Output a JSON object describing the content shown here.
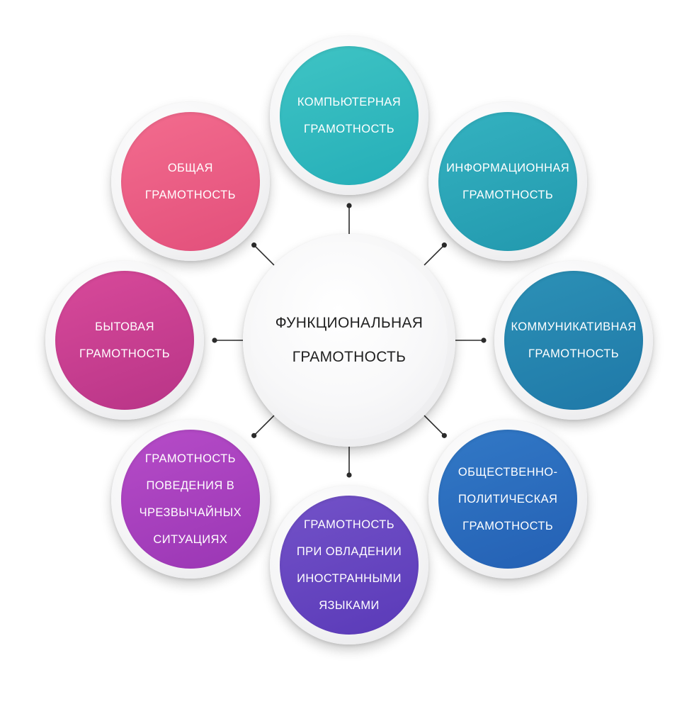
{
  "center": {
    "lines": [
      "ФУНКЦИОНАЛЬНАЯ",
      "ГРАМОТНОСТЬ"
    ]
  },
  "nodes": [
    {
      "id": "computer",
      "lines": [
        "КОМПЬЮТЕРНАЯ",
        "ГРАМОТНОСТЬ"
      ],
      "color_from": "#3fc4c4",
      "color_to": "#25aeb8"
    },
    {
      "id": "information",
      "lines": [
        "ИНФОРМАЦИОННАЯ",
        "ГРАМОТНОСТЬ"
      ],
      "color_from": "#34b2c0",
      "color_to": "#2298ae"
    },
    {
      "id": "communicative",
      "lines": [
        "КОММУНИКАТИВНАЯ",
        "ГРАМОТНОСТЬ"
      ],
      "color_from": "#2c91b6",
      "color_to": "#1f78a8"
    },
    {
      "id": "socio-political",
      "lines": [
        "ОБЩЕСТВЕННО-",
        "ПОЛИТИЧЕСКАЯ",
        "ГРАМОТНОСТЬ"
      ],
      "color_from": "#3279c6",
      "color_to": "#2460b4"
    },
    {
      "id": "foreign-languages",
      "lines": [
        "ГРАМОТНОСТЬ",
        "ПРИ ОВЛАДЕНИИ",
        "ИНОСТРАННЫМИ",
        "ЯЗЫКАМИ"
      ],
      "color_from": "#7352c8",
      "color_to": "#5a3ab8"
    },
    {
      "id": "emergency",
      "lines": [
        "ГРАМОТНОСТЬ",
        "ПОВЕДЕНИЯ В",
        "ЧРЕЗВЫЧАЙНЫХ",
        "СИТУАЦИЯХ"
      ],
      "color_from": "#b64cc8",
      "color_to": "#9a36b4"
    },
    {
      "id": "household",
      "lines": [
        "БЫТОВАЯ",
        "ГРАМОТНОСТЬ"
      ],
      "color_from": "#d84a9a",
      "color_to": "#b83487"
    },
    {
      "id": "general",
      "lines": [
        "ОБЩАЯ",
        "ГРАМОТНОСТЬ"
      ],
      "color_from": "#f36c8e",
      "color_to": "#e24f7b"
    }
  ]
}
